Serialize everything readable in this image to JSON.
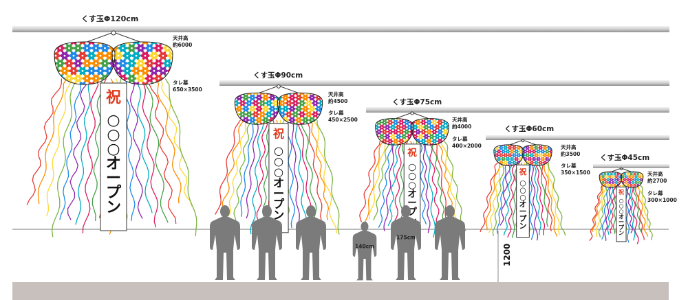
{
  "colors": {
    "beam": "#c9c9c9",
    "floor": "#c8c0bd",
    "silhouette": "#7b7b7b",
    "celebrate": "#e03a1e",
    "flowers": [
      "#e53935",
      "#fb8c00",
      "#fdd835",
      "#43a047",
      "#1e88e5",
      "#8e24aa",
      "#00acc1",
      "#d81b60"
    ],
    "streamers": [
      "#e53935",
      "#fb8c00",
      "#fdd835",
      "#7cb342",
      "#1e88e5",
      "#8e24aa",
      "#00acc1",
      "#d81b60",
      "#43a047"
    ]
  },
  "balls": [
    {
      "id": "ball-120",
      "title": "くす玉Φ120cm",
      "ceiling_label": "天井高",
      "ceiling_value": "約6000",
      "banner_label": "タレ幕",
      "banner_value": "650×3500",
      "celebrate": "祝",
      "banner_text": "○○○オープン"
    },
    {
      "id": "ball-90",
      "title": "くす玉Φ90cm",
      "ceiling_label": "天井高",
      "ceiling_value": "約4500",
      "banner_label": "タレ幕",
      "banner_value": "450×2500",
      "celebrate": "祝",
      "banner_text": "○○○オープン"
    },
    {
      "id": "ball-75",
      "title": "くす玉Φ75cm",
      "ceiling_label": "天井高",
      "ceiling_value": "約4000",
      "banner_label": "タレ幕",
      "banner_value": "400×2000",
      "celebrate": "祝",
      "banner_text": "○○○オープン"
    },
    {
      "id": "ball-60",
      "title": "くす玉Φ60cm",
      "ceiling_label": "天井高",
      "ceiling_value": "約3500",
      "banner_label": "タレ幕",
      "banner_value": "350×1500",
      "celebrate": "祝",
      "banner_text": "○○○オープン"
    },
    {
      "id": "ball-45",
      "title": "くす玉Φ45cm",
      "ceiling_label": "天井高",
      "ceiling_value": "約2700",
      "banner_label": "タレ幕",
      "banner_value": "300×1000",
      "celebrate": "祝",
      "banner_text": "○○○オープン"
    }
  ],
  "people": [
    {
      "id": "p1"
    },
    {
      "id": "p2"
    },
    {
      "id": "p3"
    },
    {
      "id": "p4",
      "label": "140cm"
    },
    {
      "id": "p5",
      "label": "175cm"
    },
    {
      "id": "p6"
    }
  ],
  "stage_height_label": "1200"
}
